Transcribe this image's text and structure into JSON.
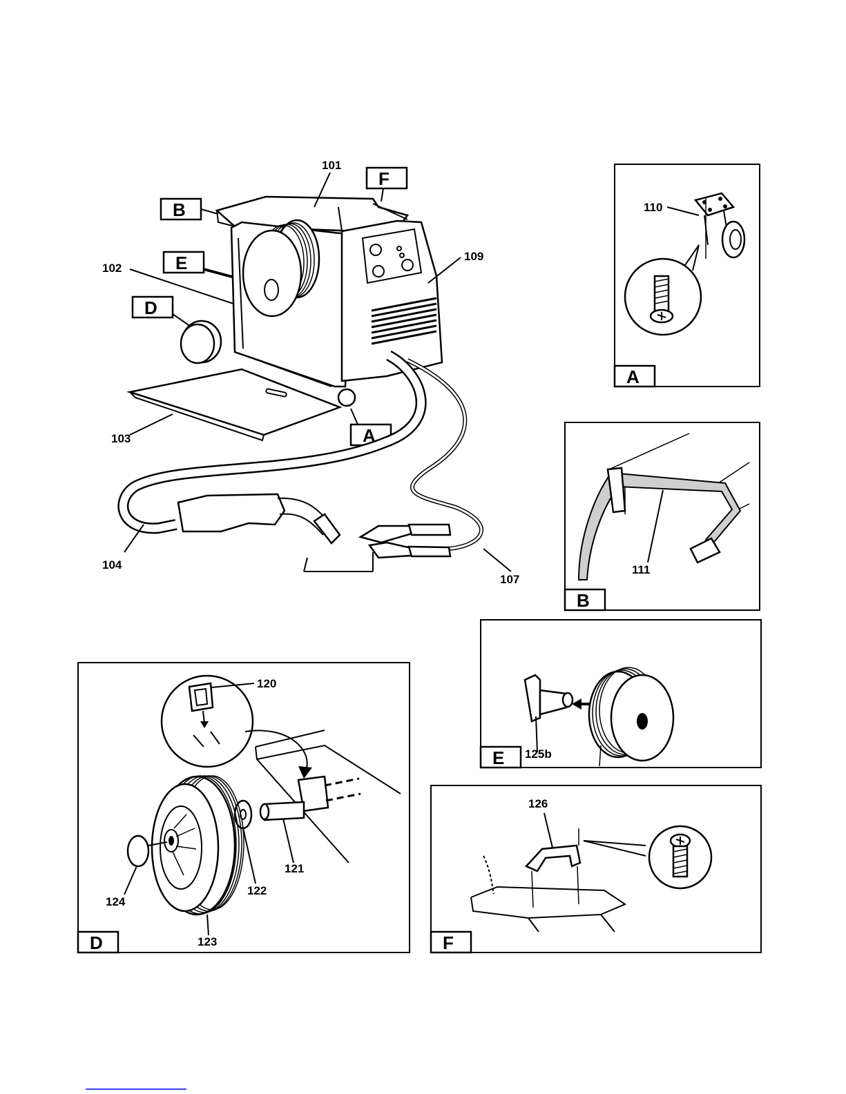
{
  "parts": {
    "p101": "101",
    "p102": "102",
    "p103": "103",
    "p104": "104",
    "p107": "107",
    "p109": "109",
    "p110": "110",
    "p111": "111",
    "p120": "120",
    "p121": "121",
    "p122": "122",
    "p123": "123",
    "p124": "124",
    "p125b": "125b",
    "p126": "126"
  },
  "tags": {
    "a": "A",
    "b": "B",
    "d": "D",
    "e": "E",
    "f": "F"
  },
  "colors": {
    "ink": "#000000",
    "paper": "#ffffff",
    "link": "#0000ff"
  }
}
